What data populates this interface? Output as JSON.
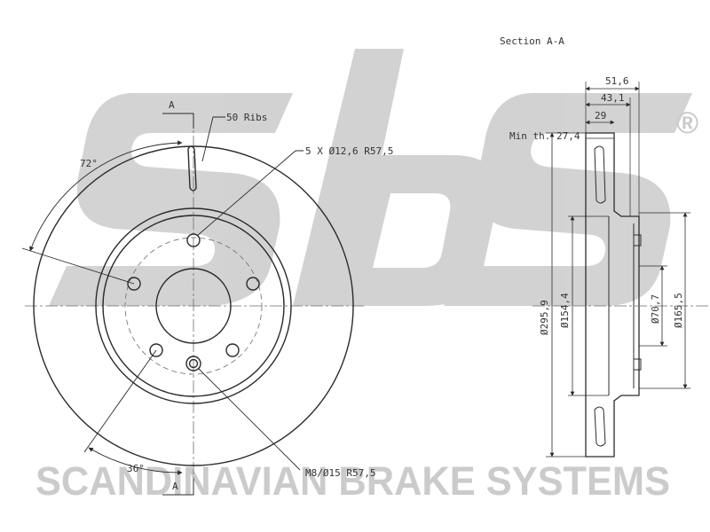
{
  "colors": {
    "watermark": "#c9c9c9",
    "line": "#2b2b2b",
    "centerline": "#6b6b6b",
    "text": "#333333"
  },
  "watermark": {
    "logo": "sbs",
    "registered": "®",
    "brand": "SCANDINAVIAN BRAKE SYSTEMS"
  },
  "section_title": "Section A-A",
  "section_marks": {
    "top": "A",
    "bottom": "A"
  },
  "front_view": {
    "ribs": "50 Ribs",
    "bolt_holes": "5 X Ø12,6  R57,5",
    "thread_hole": "M8/Ø15  R57,5",
    "angle_72": "72°",
    "angle_36": "36°"
  },
  "section_view": {
    "dim_51_6": "51,6",
    "dim_43_1": "43,1",
    "dim_29": "29",
    "min_thickness": "Min th. 27,4",
    "dia_295_9": "Ø295,9",
    "dia_154_4": "Ø154,4",
    "dia_70_7": "Ø70,7",
    "dia_165_5": "Ø165,5"
  }
}
